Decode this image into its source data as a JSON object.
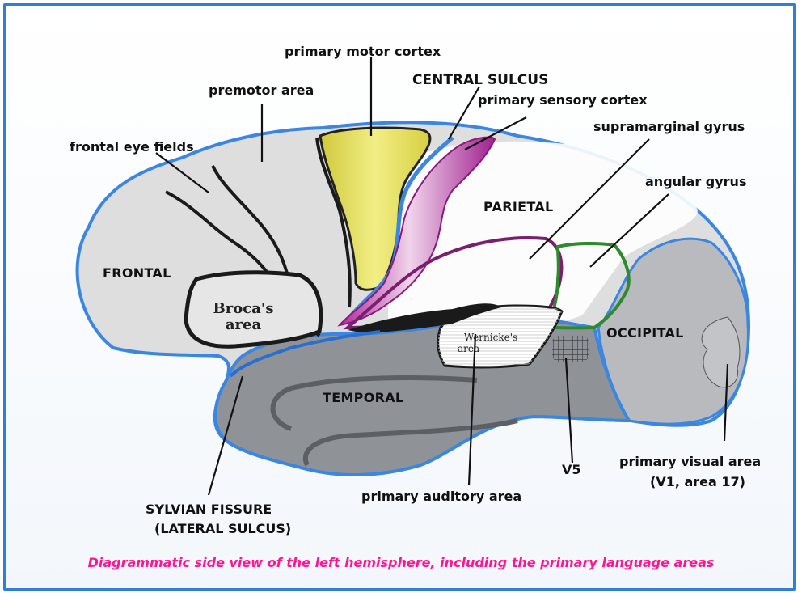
{
  "colors": {
    "frame": "#2f7fd6",
    "outline": "#3a86e0",
    "frontal_fill": "#dcdcdc",
    "temporal_fill": "#8f9398",
    "occipital_fill": "#b8babd",
    "motor": "#e8e266",
    "sensory": "#c44ab0",
    "supramarginal_outline": "#7a1e6e",
    "angular_outline": "#2f8a2f",
    "caption": "#ff1493"
  },
  "labels": {
    "primary_motor_cortex": "primary motor cortex",
    "premotor_area": "premotor area",
    "central_sulcus": "CENTRAL SULCUS",
    "primary_sensory_cortex": "primary sensory cortex",
    "supramarginal_gyrus": "supramarginal gyrus",
    "frontal_eye_fields": "frontal eye fields",
    "angular_gyrus": "angular gyrus",
    "parietal": "PARIETAL",
    "frontal": "FRONTAL",
    "brocas_area_line1": "Broca's",
    "brocas_area_line2": "area",
    "wernickes_line1": "Wernicke's",
    "wernickes_line2": "area",
    "occipital": "OCCIPITAL",
    "temporal": "TEMPORAL",
    "v5": "V5",
    "primary_visual_area": "primary visual area",
    "primary_visual_area_sub": "(V1, area 17)",
    "primary_auditory_area": "primary auditory area",
    "sylvian_fissure": "SYLVIAN FISSURE",
    "lateral_sulcus": "(LATERAL SULCUS)"
  },
  "caption": "Diagrammatic side view of the left hemisphere, including the primary language areas"
}
